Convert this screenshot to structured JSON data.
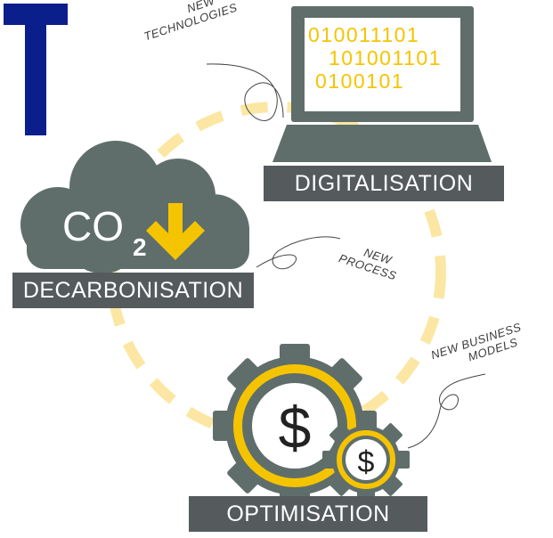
{
  "colors": {
    "logo_blue": "#0a1e8c",
    "accent_yellow": "#f5c400",
    "dash_yellow": "#fbe7a3",
    "gray_dark": "#555a5d",
    "gray_mid": "#5f6e6b",
    "white": "#ffffff"
  },
  "logo": {
    "letter": "T"
  },
  "digitalisation": {
    "binary_lines": [
      "010011101",
      "101001101",
      "0100101"
    ],
    "label": "DIGITALISATION",
    "icon": "laptop-icon"
  },
  "decarbonisation": {
    "co2_main": "CO",
    "co2_sub": "2",
    "label": "DECARBONISATION",
    "icon": "cloud-icon",
    "arrow_icon": "arrow-down-icon"
  },
  "optimisation": {
    "big_symbol": "$",
    "small_symbol": "$",
    "label": "OPTIMISATION",
    "icon": "gears-icon"
  },
  "notes": {
    "new_technologies": [
      "NEW",
      "TECHNOLOGIES"
    ],
    "new_process": [
      "NEW",
      "PROCESS"
    ],
    "new_business_models": [
      "NEW BUSINESS",
      "MODELS"
    ]
  }
}
